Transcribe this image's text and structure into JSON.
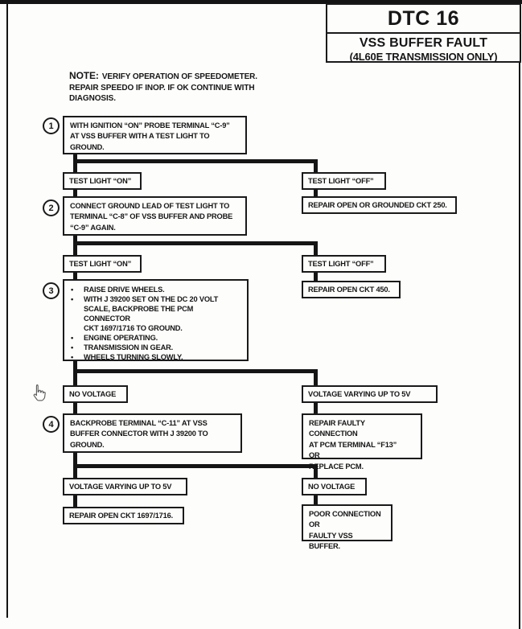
{
  "header": {
    "dtc": "DTC 16",
    "fault": "VSS BUFFER FAULT",
    "qualifier": "(4L60E TRANSMISSION ONLY)"
  },
  "note": {
    "label": "NOTE:",
    "text": "VERIFY OPERATION OF SPEEDOMETER.\nREPAIR SPEEDO IF INOP. IF OK CONTINUE WITH\nDIAGNOSIS."
  },
  "flow": {
    "step1": {
      "num": "1",
      "text": "WITH IGNITION “ON” PROBE TERMINAL “C-9”\nAT VSS BUFFER WITH A TEST LIGHT TO\nGROUND."
    },
    "branch1": {
      "on": "TEST LIGHT “ON”",
      "off": "TEST LIGHT “OFF”",
      "off_action": "REPAIR OPEN OR GROUNDED CKT 250."
    },
    "step2": {
      "num": "2",
      "text": "CONNECT GROUND LEAD OF TEST LIGHT TO\nTERMINAL “C-8” OF VSS BUFFER AND PROBE\n“C-9” AGAIN."
    },
    "branch2": {
      "on": "TEST LIGHT “ON”",
      "off": "TEST LIGHT “OFF”",
      "off_action": "REPAIR OPEN CKT 450."
    },
    "step3": {
      "num": "3",
      "bullet_char": "•",
      "bullets": [
        "RAISE DRIVE WHEELS.",
        "WITH J 39200 SET ON THE DC 20 VOLT\nSCALE, BACKPROBE THE PCM CONNECTOR\nCKT 1697/1716 TO GROUND.",
        "ENGINE OPERATING.",
        "TRANSMISSION IN GEAR.",
        "WHEELS TURNING SLOWLY."
      ]
    },
    "branch3": {
      "left": "NO VOLTAGE",
      "right": "VOLTAGE VARYING UP TO 5V",
      "right_action": "REPAIR FAULTY CONNECTION\nAT PCM TERMINAL “F13”\nOR\nREPLACE PCM."
    },
    "step4": {
      "num": "4",
      "text": "BACKPROBE TERMINAL “C-11” AT VSS\nBUFFER CONNECTOR WITH J 39200 TO\nGROUND."
    },
    "branch4": {
      "left": "VOLTAGE VARYING UP TO 5V",
      "right": "NO VOLTAGE",
      "left_action": "REPAIR OPEN CKT 1697/1716.",
      "right_action": "POOR CONNECTION\nOR\nFAULTY VSS BUFFER."
    }
  },
  "cursor": {
    "icon": "hand-pointer"
  }
}
